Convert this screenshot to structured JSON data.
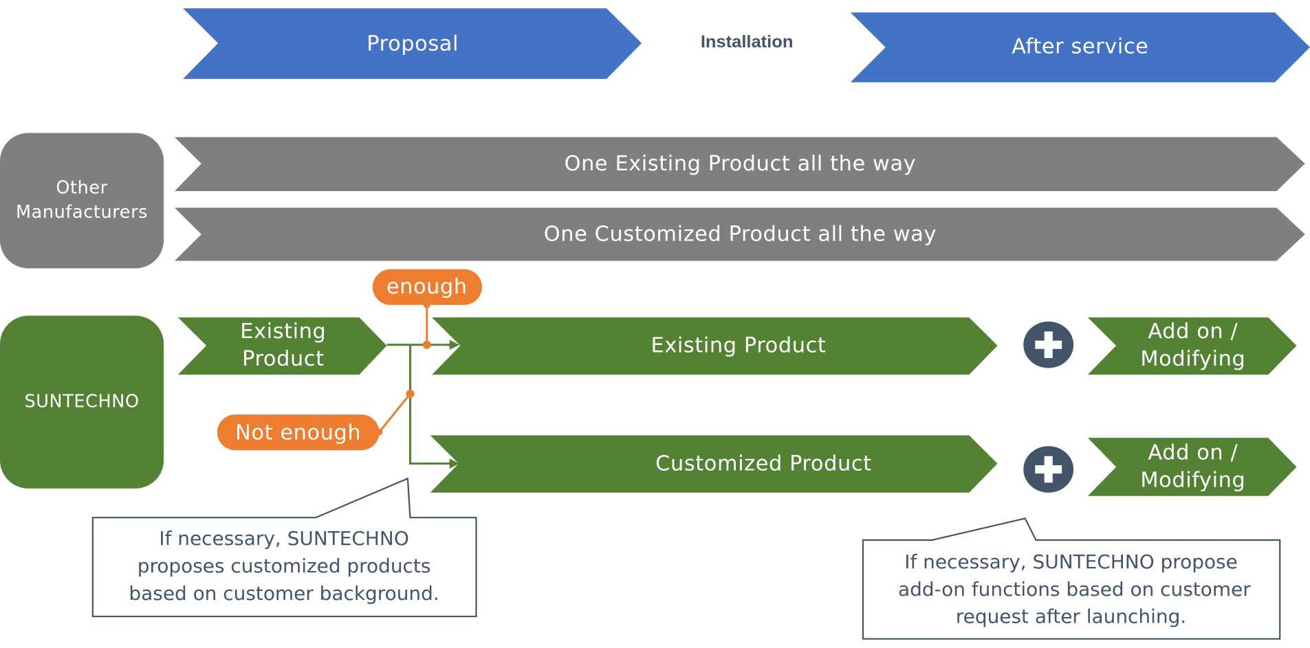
{
  "colors": {
    "phase_blue": "#4472c4",
    "gray": "#7f7f7f",
    "green": "#548235",
    "orange": "#ed7d31",
    "slate": "#44546a",
    "white": "#ffffff"
  },
  "phases": {
    "proposal": "Proposal",
    "installation": "Installation",
    "after_service": "After service"
  },
  "other_manufacturers": {
    "label_line1": "Other",
    "label_line2": "Manufacturers",
    "bar1": "One Existing Product all the way",
    "bar2": "One Customized  Product all the way"
  },
  "suntechno": {
    "label": "SUNTECHNO",
    "start_line1": "Existing",
    "start_line2": "Product",
    "enough": "enough",
    "not_enough": "Not enough",
    "existing_product": "Existing Product",
    "customized_product": "Customized  Product",
    "addon_line1": "Add on /",
    "addon_line2": "Modifying",
    "plus_icon": "plus-icon"
  },
  "callouts": {
    "left": [
      "If necessary, SUNTECHNO",
      "proposes customized products",
      "based on customer background."
    ],
    "right": [
      "If necessary, SUNTECHNO propose",
      "add-on functions based on customer",
      "request after launching."
    ]
  }
}
